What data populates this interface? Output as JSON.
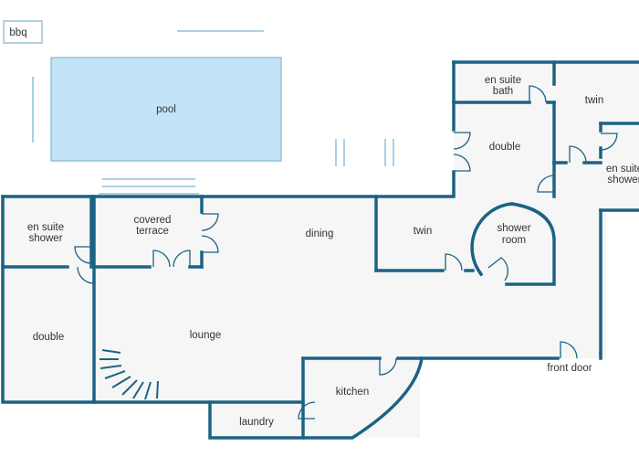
{
  "colors": {
    "wall": "#1b6385",
    "floor": "#f6f6f6",
    "pool": "#c3e4f6",
    "pool_edge": "#93c4de",
    "text": "#333333"
  },
  "labels": {
    "bbq": "bbq",
    "pool": "pool",
    "covered_terrace": [
      "covered",
      "terrace"
    ],
    "en_suite_shower_left": [
      "en suite",
      "shower"
    ],
    "double_left": "double",
    "lounge": "lounge",
    "dining": "dining",
    "twin_center": "twin",
    "shower_room": [
      "shower",
      "room"
    ],
    "kitchen": "kitchen",
    "laundry": "laundry",
    "front_door": "front door",
    "en_suite_bath": [
      "en suite",
      "bath"
    ],
    "double_right": "double",
    "twin_right": "twin",
    "en_suite_shower_right": [
      "en suite",
      "shower"
    ]
  }
}
